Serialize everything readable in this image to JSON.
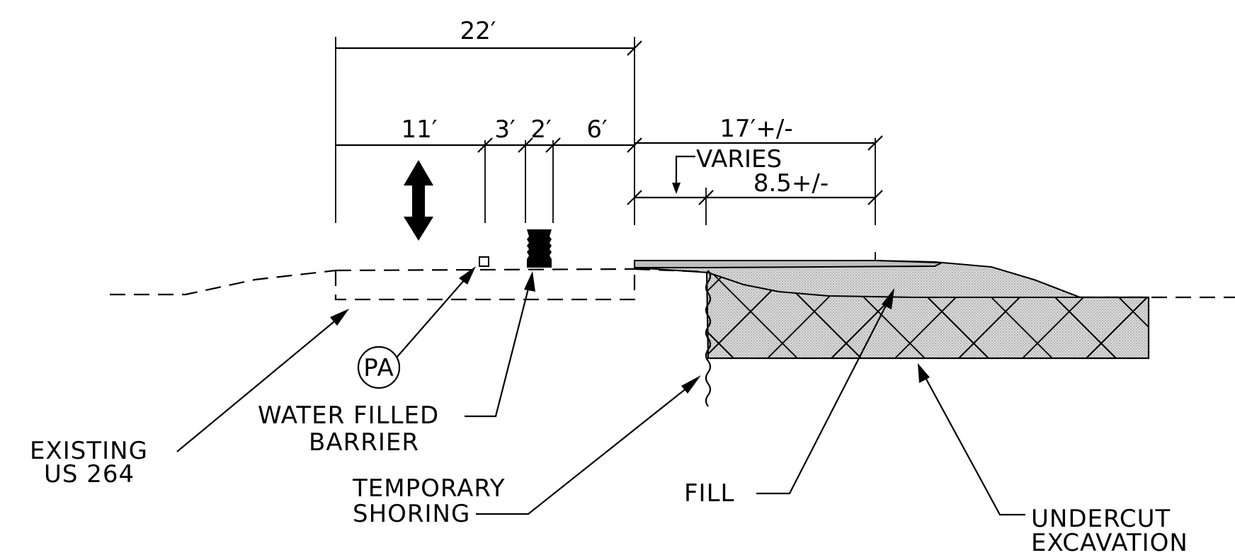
{
  "dimensions": {
    "overall": "22′",
    "lane": "11′",
    "gap1": "3′",
    "barrier_width": "2′",
    "gap2": "6′",
    "right_width": "17′+/-",
    "varies": "VARIES",
    "partial": "8.5+/-"
  },
  "callouts": {
    "pa": "PA",
    "water_barrier_line1": "WATER FILLED",
    "water_barrier_line2": "BARRIER",
    "existing_line1": "EXISTING",
    "existing_line2": "US 264",
    "shoring_line1": "TEMPORARY",
    "shoring_line2": "SHORING",
    "fill": "FILL",
    "undercut_line1": "UNDERCUT",
    "undercut_line2": "EXCAVATION"
  },
  "colors": {
    "ink": "#000000",
    "fill_shade": "#cfcfcf",
    "background": "#ffffff"
  }
}
